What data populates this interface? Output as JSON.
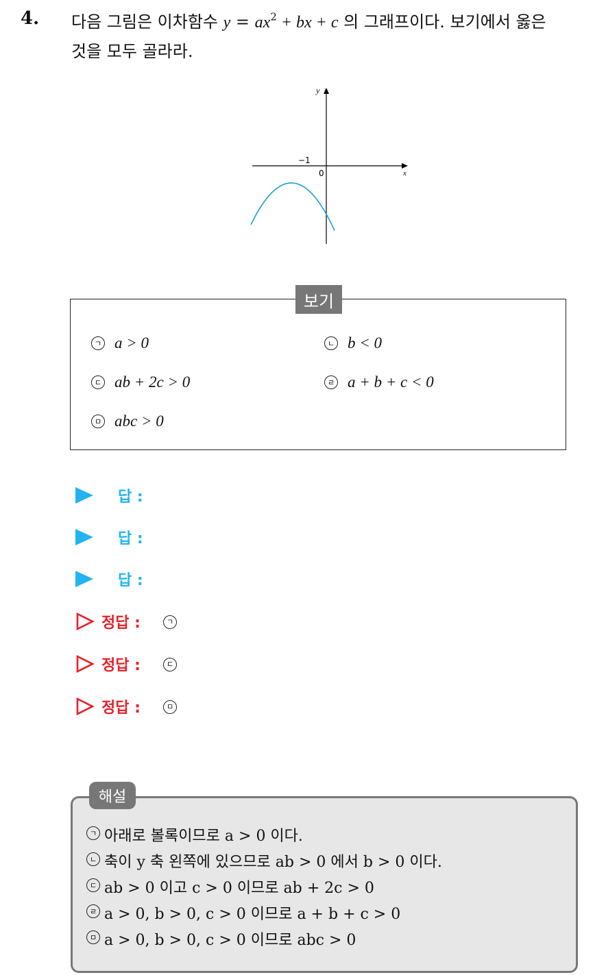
{
  "question": {
    "number": "4.",
    "text_before": "다음 그림은 이차함수",
    "equation_y": "y",
    "equation_eq": " = ",
    "equation_a": "ax",
    "equation_exp": "2",
    "equation_rest": " + bx + c",
    "text_after": "의 그래프이다. 보기에서 옳은",
    "text_line2": "것을 모두 골라라."
  },
  "graph": {
    "y_label": "y",
    "x_label": "x",
    "origin_label": "0",
    "root_label": "−1",
    "curve_color": "#1aa0d8"
  },
  "bogi": {
    "title": "보기",
    "options": [
      {
        "mark": "ㄱ",
        "text": "a > 0"
      },
      {
        "mark": "ㄴ",
        "text": "b < 0"
      },
      {
        "mark": "ㄷ",
        "text": "ab + 2c > 0"
      },
      {
        "mark": "ㄹ",
        "text": "a + b + c < 0"
      },
      {
        "mark": "ㅁ",
        "text": "abc > 0"
      }
    ]
  },
  "answers": [
    {
      "label": "답 :"
    },
    {
      "label": "답 :"
    },
    {
      "label": "답 :"
    }
  ],
  "correct": [
    {
      "label": "정답 :",
      "mark": "ㄱ"
    },
    {
      "label": "정답 :",
      "mark": "ㄷ"
    },
    {
      "label": "정답 :",
      "mark": "ㅁ"
    }
  ],
  "colors": {
    "answer": "#22b4f0",
    "correct": "#e8202a"
  },
  "solution": {
    "title": "해설",
    "lines": [
      {
        "mark": "ㄱ",
        "text": "아래로 볼록이므로 a > 0 이다."
      },
      {
        "mark": "ㄴ",
        "text": "축이 y 축 왼쪽에 있으므로 ab > 0 에서 b > 0 이다."
      },
      {
        "mark": "ㄷ",
        "text": "ab > 0 이고 c > 0 이므로 ab + 2c > 0"
      },
      {
        "mark": "ㄹ",
        "text": "a > 0, b > 0, c > 0 이므로 a + b + c > 0"
      },
      {
        "mark": "ㅁ",
        "text": "a > 0, b > 0, c > 0 이므로 abc > 0"
      }
    ]
  }
}
